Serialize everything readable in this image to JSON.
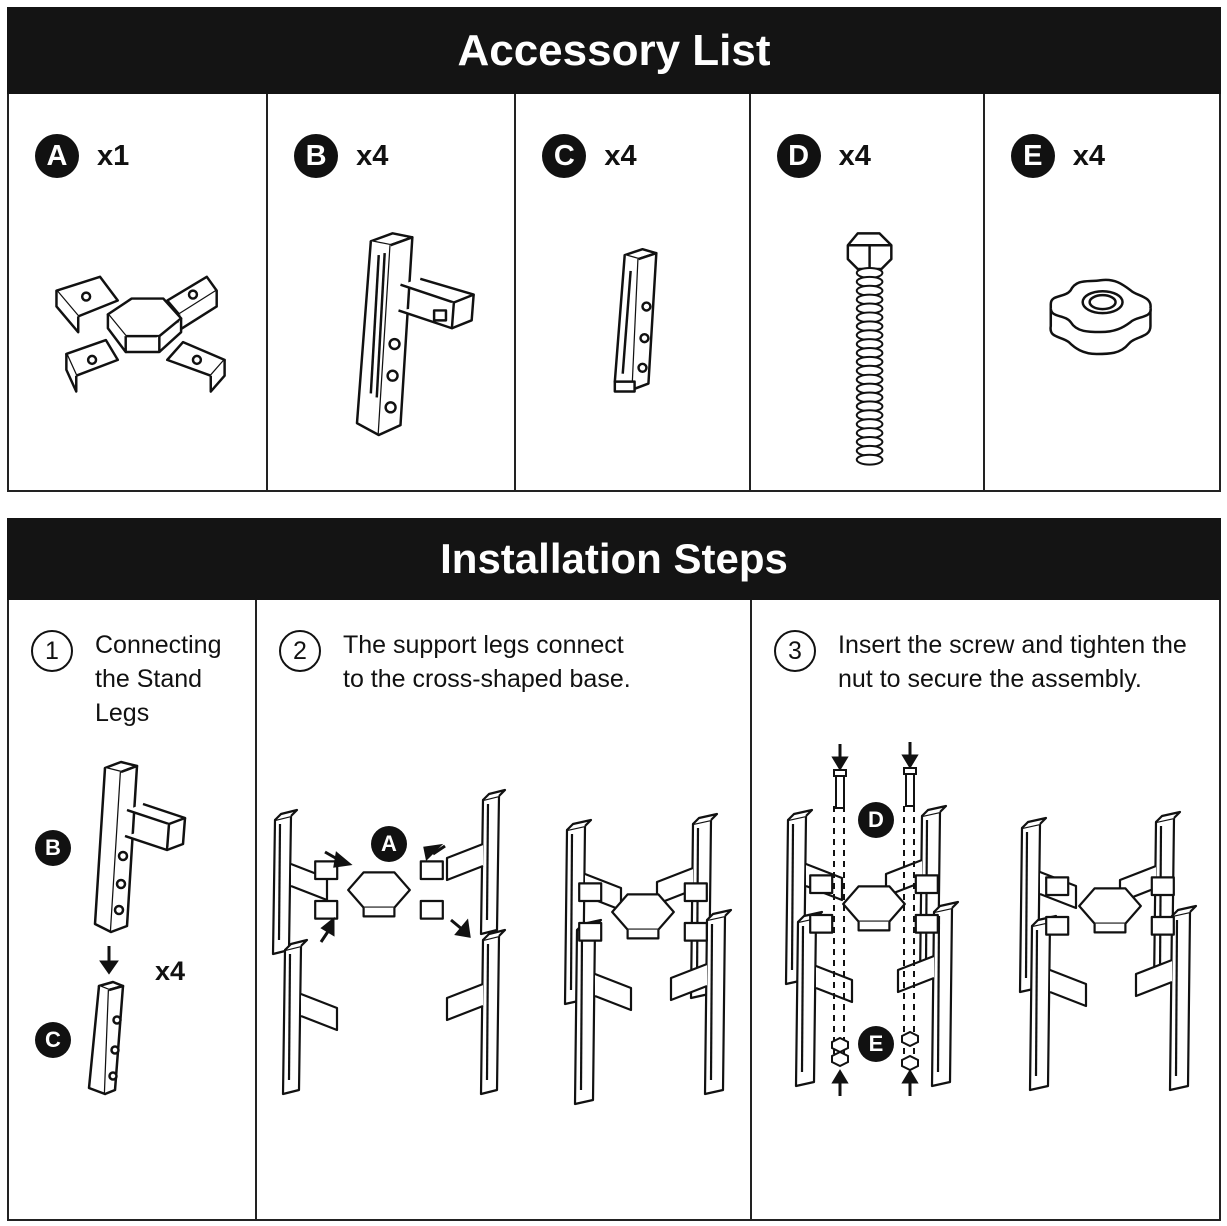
{
  "accessory_list": {
    "title": "Accessory List",
    "parts": [
      {
        "letter": "A",
        "qty": "x1",
        "icon": "cross-base-icon"
      },
      {
        "letter": "B",
        "qty": "x4",
        "icon": "leg-bracket-icon"
      },
      {
        "letter": "C",
        "qty": "x4",
        "icon": "leg-extension-icon"
      },
      {
        "letter": "D",
        "qty": "x4",
        "icon": "screw-icon"
      },
      {
        "letter": "E",
        "qty": "x4",
        "icon": "nut-icon"
      }
    ]
  },
  "installation": {
    "title": "Installation Steps",
    "steps": [
      {
        "number": "1",
        "text": "Connecting\nthe Stand\nLegs"
      },
      {
        "number": "2",
        "text": "The support legs connect\nto the cross-shaped base."
      },
      {
        "number": "3",
        "text": "Insert the screw and tighten the\nnut to secure the assembly."
      }
    ],
    "step1_labels": {
      "b": "B",
      "c": "C",
      "qty": "x4"
    },
    "step2_label": "A",
    "step3_labels": {
      "d": "D",
      "e": "E"
    }
  }
}
